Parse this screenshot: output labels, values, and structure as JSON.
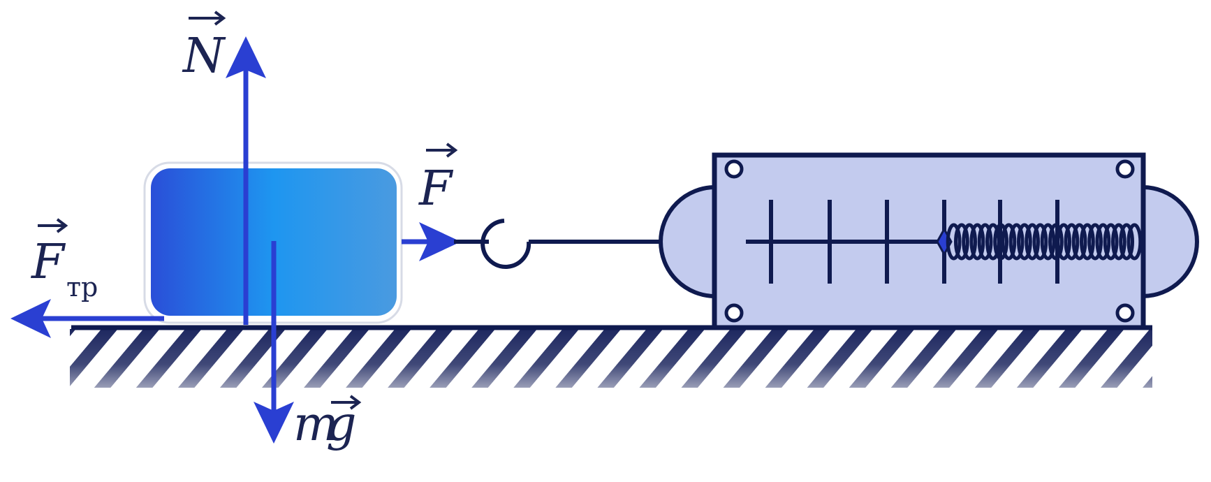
{
  "labels": {
    "normal_force": "N",
    "applied_force": "F",
    "friction_force": "F",
    "friction_subscript": "тр",
    "gravity_m": "m",
    "gravity_g": "g"
  },
  "colors": {
    "vector_blue": "#2a3fd2",
    "outline_navy": "#0f1a4f",
    "dynamometer_fill": "#c3cbee",
    "block_left": "#2a4fd8",
    "block_mid": "#1e96f0",
    "block_right": "#4a9ae0",
    "label_ink": "#1c2452"
  }
}
